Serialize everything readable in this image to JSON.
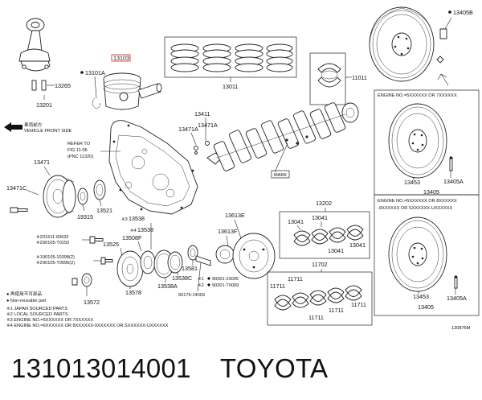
{
  "parts": {
    "p13201": "13201",
    "p13265": "13265",
    "p13101A": "13101A",
    "p13103": "13103",
    "p13011": "13011",
    "p11011": "11011",
    "p13405B": "13405B",
    "p13411": "13411",
    "p13471A_a": "13471A",
    "p13471A_b": "13471A",
    "p13471": "13471",
    "p13471C": "13471C",
    "p13521": "13521",
    "p19315": "19315",
    "p13538_a": "13538",
    "p13538_b": "13538",
    "p13508F": "13508F",
    "p13525": "13525",
    "p13578": "13578",
    "p13538A": "13538A",
    "p13538C": "13538C",
    "p13581": "13581",
    "p90176": "90176-14003",
    "p13572": "13572",
    "p13613E": "13613E",
    "p13613F": "13613F",
    "p13202": "13202",
    "p13041_a": "13041",
    "p13041_b": "13041",
    "p13041_c": "13041",
    "p13041_d": "13041",
    "p11702": "11702",
    "p11711_a": "11711",
    "p11711_b": "11711",
    "p11711_c": "11711",
    "p11711_d": "11711",
    "p11711_e": "11711",
    "p13453_a": "13453",
    "p13405A_a": "13405A",
    "p13405_a": "13405",
    "p13453_b": "13453",
    "p13405A_b": "13405A",
    "p13405_b": "13405"
  },
  "notes": {
    "vehicle_front_jp": "車両前方",
    "vehicle_front_en": "VEHICLE FRONT SIDE",
    "refer_to_1": "REFER TO",
    "refer_to_2": "FIG 11-06",
    "refer_to_3": "(PNC 11320)",
    "mark": "MARK",
    "engine_no_1": "ENGINE NO.=5XXXXXX OR 7XXXXXX",
    "engine_no_2a": "ENGINE NO.=5XXXXXX OR 8XXXXXX",
    "engine_no_2b": "-9XXXXXX OR SXXXXXX-UXXXXXX"
  },
  "bolts": {
    "b1_mark": "※2",
    "b1_a": "91511-60632",
    "b1_b": "90105-T0150",
    "b2_mark": "※1",
    "b2_a": "90105-10398(2)",
    "b2_b": "90105-T0096(2)",
    "b3_mark": "※1",
    "b3_a": "90301-23005",
    "b3_b": "90301-T0009",
    "b3_b_mark": "※2"
  },
  "legend": {
    "l1": "● 再使用不可部品",
    "l2": "● Non-reusable part",
    "l3": "※1 JAPAN SOURCED PARTS",
    "l4": "※2 LOCAL SOURCED PARTS",
    "l5": "※3 ENGINE NO.=5XXXXXX OR 7XXXXXX",
    "l6": "※4 ENGINE NO.=6XXXXXX OR 8XXXXXX-9XXXXXX OR SXXXXXX-UXXXXXX"
  },
  "figure_id": "130876M",
  "caption": {
    "part_number": "131013014001",
    "brand": "TOYOTA"
  }
}
